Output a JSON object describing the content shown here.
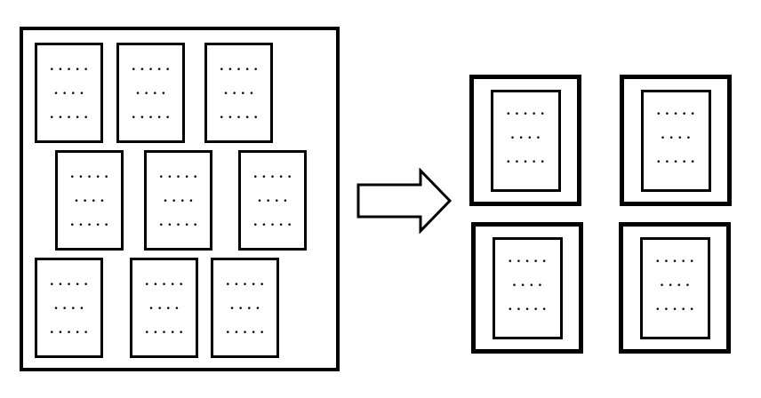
{
  "colors": {
    "stroke": "#000000",
    "background": "#ffffff"
  },
  "shared": {
    "card_lines": [
      "•••••",
      "••••",
      "•••••"
    ]
  },
  "left_collection": {
    "card_count": 9,
    "cards_per_row": [
      3,
      3,
      3
    ]
  },
  "arrow": {
    "shape": "block-arrow-right"
  },
  "right_collection": {
    "frame_count": 4,
    "frames_per_row": [
      2,
      2
    ]
  }
}
